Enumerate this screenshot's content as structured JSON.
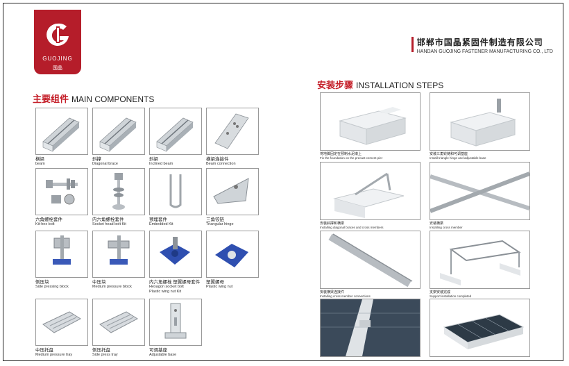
{
  "brand": {
    "logo_en": "GUOJING",
    "logo_cn": "国晶",
    "accent": "#b51d2a"
  },
  "company": {
    "name_cn": "邯郸市国晶紧固件制造有限公司",
    "name_en": "HANDAN GUOJING FASTENER MANUFACTURING CO., LTD"
  },
  "main_components": {
    "title_cn": "主要组件",
    "title_en": "MAIN COMPONENTS",
    "items": [
      {
        "cn": "横梁",
        "en": "beam",
        "icon": "c-channel-icon"
      },
      {
        "cn": "斜撑",
        "en": "Diagonal brace",
        "icon": "c-channel-icon"
      },
      {
        "cn": "斜梁",
        "en": "Inclined beam",
        "icon": "c-channel-icon"
      },
      {
        "cn": "横梁连接件",
        "en": "Beam connection",
        "icon": "beam-connector-icon"
      },
      {
        "cn": "六角螺栓套件",
        "en": "Kit-hex bolt",
        "icon": "hex-bolt-icon"
      },
      {
        "cn": "内六角螺栓套件",
        "en": "Socket head bolt Kit",
        "icon": "socket-bolt-icon"
      },
      {
        "cn": "预埋套件",
        "en": "Embedded Kit",
        "icon": "embedded-bolt-icon"
      },
      {
        "cn": "三角铰链",
        "en": "Triangular hinge",
        "icon": "triangular-hinge-icon"
      },
      {
        "cn": "侧压块",
        "en": "Side pressing block",
        "icon": "side-clamp-icon"
      },
      {
        "cn": "中压块",
        "en": "Medium pressure block",
        "icon": "mid-clamp-icon"
      },
      {
        "cn": "内六角螺栓 塑翼螺母套件",
        "en": "Hexagon socket bolt",
        "en2": "Plastic wing nut Kit",
        "icon": "wing-nut-kit-icon"
      },
      {
        "cn": "塑翼螺母",
        "en": "Plastic wing nut",
        "icon": "plastic-wing-nut-icon"
      },
      {
        "cn": "中压托盘",
        "en": "Medium pressure tray",
        "icon": "tray-icon"
      },
      {
        "cn": "侧压托盘",
        "en": "Side press tray",
        "icon": "tray-icon"
      },
      {
        "cn": "可调基座",
        "en": "Adjustable base",
        "icon": "adjustable-base-icon"
      }
    ]
  },
  "installation_steps": {
    "title_cn": "安装步骤",
    "title_en": "INSTALLATION STEPS",
    "steps": [
      {
        "cn": "将地脚固定在预制水泥墩上",
        "en": "Fix the foundation on the precast cement pier",
        "icon": "cement-pier-icon"
      },
      {
        "cn": "安装三角铰链和可调基座",
        "en": "Install triangle hinge and adjustable base",
        "icon": "pier-with-base-icon"
      },
      {
        "cn": "安装斜撑和横梁",
        "en": "Installing diagonal braces and cross members",
        "icon": "braces-on-pier-icon"
      },
      {
        "cn": "安装横梁",
        "en": "Installing cross member",
        "icon": "cross-member-icon"
      },
      {
        "cn": "安装横梁连接件",
        "en": "Installing cross member connections",
        "icon": "rail-connection-icon"
      },
      {
        "cn": "支架安装完成",
        "en": "Support installation completed",
        "icon": "completed-frame-icon"
      },
      {
        "cn": "",
        "en": "",
        "icon": "panel-clamp-icon"
      },
      {
        "cn": "",
        "en": "",
        "icon": "solar-array-icon"
      }
    ]
  }
}
